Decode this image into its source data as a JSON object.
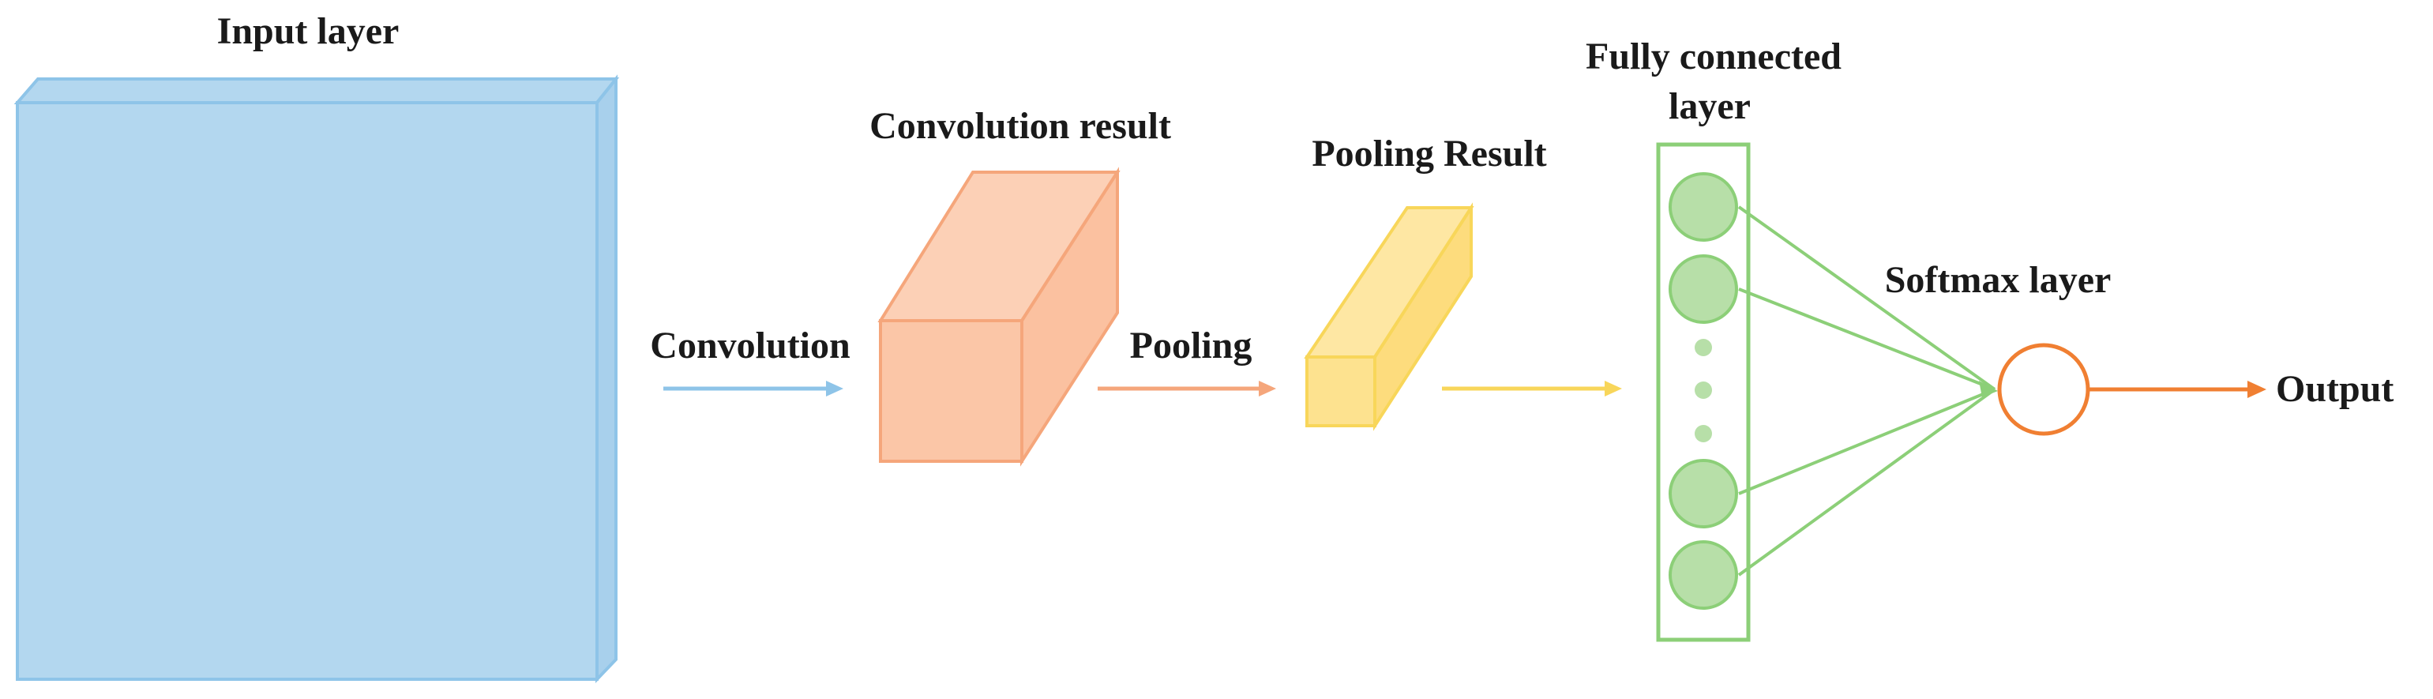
{
  "labels": {
    "input_layer": "Input layer",
    "convolution_result": "Convolution result",
    "pooling_result": "Pooling Result",
    "fully_connected_line1": "Fully connected",
    "fully_connected_line2": "layer",
    "softmax_layer": "Softmax layer",
    "convolution": "Convolution",
    "pooling": "Pooling",
    "output": "Output"
  },
  "colors": {
    "input_fill": "#b3d7ef",
    "input_stroke": "#8ec4e8",
    "conv_fill": "#fbc6a7",
    "conv_stroke": "#f5a67b",
    "pool_fill": "#fde28f",
    "pool_stroke": "#f8d65a",
    "fc_fill": "#b7dfa8",
    "fc_stroke": "#8ccf78",
    "softmax_stroke": "#f07f32",
    "conv_arrow": "#8ec4e8",
    "pool_arrow": "#f5a67b",
    "fc_arrow": "#f8d65a",
    "output_arrow": "#f07f32"
  },
  "fully_connected": {
    "nodes_shown": 4,
    "ellipsis_dots": 3
  }
}
